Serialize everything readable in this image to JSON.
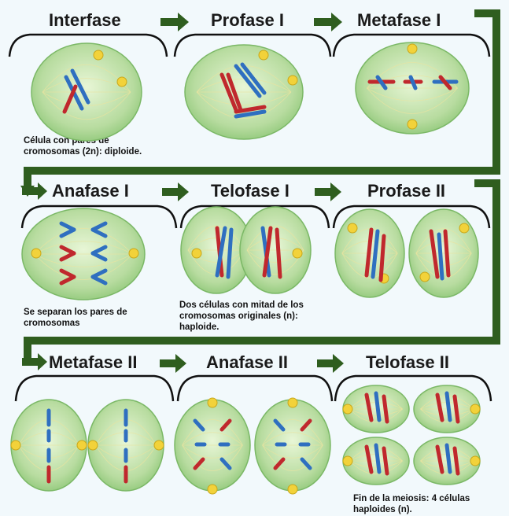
{
  "stages": [
    {
      "id": "interfase",
      "title": "Interfase",
      "caption": "Célula con pares de\ncromosomas (2n): diploide."
    },
    {
      "id": "profase-1",
      "title": "Profase I",
      "caption": ""
    },
    {
      "id": "metafase-1",
      "title": "Metafase I",
      "caption": ""
    },
    {
      "id": "anafase-1",
      "title": "Anafase I",
      "caption": "Se separan los pares de\ncromosomas"
    },
    {
      "id": "telofase-1",
      "title": "Telofase I",
      "caption": "Dos células con mitad de los\ncromosomas originales (n):\nhaploide."
    },
    {
      "id": "profase-2",
      "title": "Profase II",
      "caption": ""
    },
    {
      "id": "metafase-2",
      "title": "Metafase II",
      "caption": ""
    },
    {
      "id": "anafase-2",
      "title": "Anafase II",
      "caption": ""
    },
    {
      "id": "telofase-2",
      "title": "Telofase II",
      "caption": "Fin de la meiosis: 4 células\nhaploides (n)."
    }
  ],
  "colors": {
    "arrow": "#2f5e1f",
    "cell_fill": "#b8dca0",
    "cell_edge": "#7bb866",
    "chromosome_red": "#c0282d",
    "chromosome_blue": "#2f6fc0",
    "centrosome": "#f2d23a",
    "background": "#f2f9fc"
  }
}
